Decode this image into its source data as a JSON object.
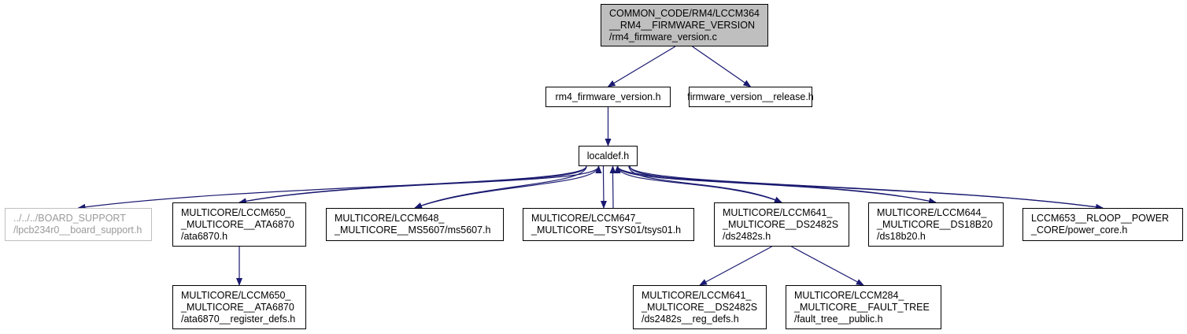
{
  "colors": {
    "edge": "#191970",
    "root_fill": "#bfbfbf",
    "node_border": "#000000",
    "external_border": "#bfbfbf"
  },
  "nodes": {
    "root": {
      "lines": [
        "COMMON_CODE/RM4/LCCM364",
        "__RM4__FIRMWARE_VERSION",
        "/rm4_firmware_version.c"
      ]
    },
    "rm4_h": {
      "lines": [
        "rm4_firmware_version.h"
      ]
    },
    "release_h": {
      "lines": [
        "firmware_version__release.h"
      ]
    },
    "localdef": {
      "lines": [
        "localdef.h"
      ]
    },
    "board": {
      "lines": [
        "../../../BOARD_SUPPORT",
        "/lpcb234r0__board_support.h"
      ]
    },
    "ata6870": {
      "lines": [
        "MULTICORE/LCCM650_",
        "_MULTICORE__ATA6870",
        "/ata6870.h"
      ]
    },
    "ms5607": {
      "lines": [
        "MULTICORE/LCCM648_",
        "_MULTICORE__MS5607/ms5607.h"
      ]
    },
    "tsys01": {
      "lines": [
        "MULTICORE/LCCM647_",
        "_MULTICORE__TSYS01/tsys01.h"
      ]
    },
    "ds2482s": {
      "lines": [
        "MULTICORE/LCCM641_",
        "_MULTICORE__DS2482S",
        "/ds2482s.h"
      ]
    },
    "ds18b20": {
      "lines": [
        "MULTICORE/LCCM644_",
        "_MULTICORE__DS18B20",
        "/ds18b20.h"
      ]
    },
    "power_core": {
      "lines": [
        "LCCM653__RLOOP__POWER",
        "_CORE/power_core.h"
      ]
    },
    "ata_regs": {
      "lines": [
        "MULTICORE/LCCM650_",
        "_MULTICORE__ATA6870",
        "/ata6870__register_defs.h"
      ]
    },
    "ds_regs": {
      "lines": [
        "MULTICORE/LCCM641_",
        "_MULTICORE__DS2482S",
        "/ds2482s__reg_defs.h"
      ]
    },
    "fault_tree": {
      "lines": [
        "MULTICORE/LCCM284_",
        "_MULTICORE__FAULT_TREE",
        "/fault_tree__public.h"
      ]
    }
  },
  "edges": [
    [
      "root",
      "rm4_h"
    ],
    [
      "root",
      "release_h"
    ],
    [
      "rm4_h",
      "localdef"
    ],
    [
      "localdef",
      "board"
    ],
    [
      "localdef",
      "ata6870"
    ],
    [
      "ata6870",
      "localdef"
    ],
    [
      "localdef",
      "ms5607"
    ],
    [
      "ms5607",
      "localdef"
    ],
    [
      "localdef",
      "tsys01"
    ],
    [
      "tsys01",
      "localdef"
    ],
    [
      "localdef",
      "ds2482s"
    ],
    [
      "ds2482s",
      "localdef"
    ],
    [
      "localdef",
      "ds18b20"
    ],
    [
      "ds18b20",
      "localdef"
    ],
    [
      "localdef",
      "power_core"
    ],
    [
      "power_core",
      "localdef"
    ],
    [
      "ata6870",
      "ata_regs"
    ],
    [
      "ds2482s",
      "ds_regs"
    ],
    [
      "ds2482s",
      "fault_tree"
    ]
  ]
}
